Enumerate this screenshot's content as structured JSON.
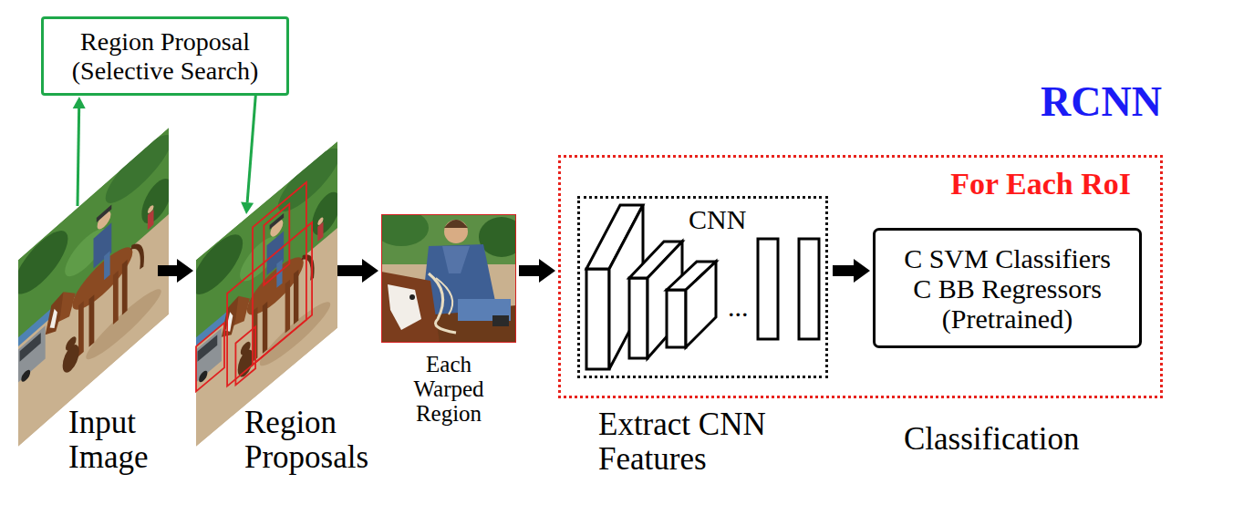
{
  "diagram": {
    "nodes": [
      {
        "text": [
          "Input Image"
        ]
      },
      {
        "text": [
          "Region Proposal (Selective Search)"
        ]
      },
      {
        "text": [
          "Region Proposals"
        ]
      },
      {
        "text": [
          "Each Warped Region"
        ]
      },
      {
        "text": [
          "For Each RoI"
        ]
      },
      {
        "text": [
          "CNN"
        ],
        "in": 4
      },
      {
        "text": [
          "C SVM Classifiers C BB Regressors (Pretrained)"
        ],
        "in": 4
      }
    ],
    "edges": [
      {
        "from": 0,
        "to": 1,
        "arrow": "to"
      },
      {
        "from": 1,
        "to": 2,
        "arrow": "to"
      },
      {
        "from": 0,
        "to": 2,
        "arrow": "to"
      },
      {
        "from": 2,
        "to": 3,
        "arrow": "to"
      },
      {
        "from": 3,
        "to": 4,
        "arrow": "to"
      },
      {
        "from": 5,
        "to": 6,
        "arrow": "to"
      }
    ],
    "labels": [
      "RCNN",
      "...",
      "Extract CNN Features",
      "Classification"
    ]
  }
}
